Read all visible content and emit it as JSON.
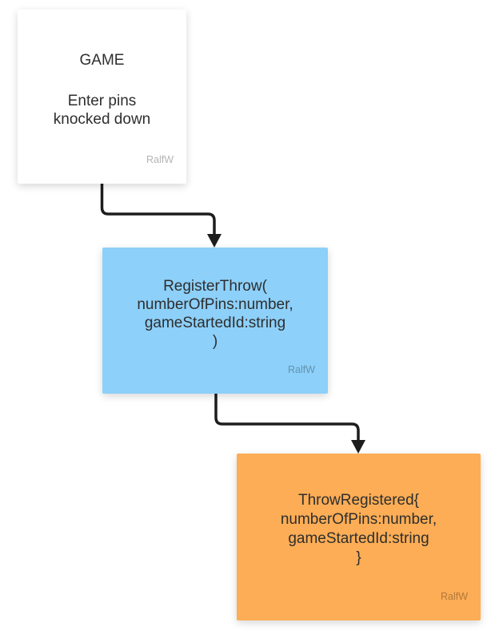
{
  "diagram": {
    "colors": {
      "bg": "#ffffff",
      "card_white": "#ffffff",
      "card_blue": "#8dd0f9",
      "card_orange": "#fcad55",
      "arrow": "#1d1d1d",
      "text": "#2e2e2e",
      "author": "rgba(0, 0, 0, 0.30)"
    },
    "nodes": [
      {
        "id": "game",
        "color": "#ffffff",
        "title": "GAME",
        "lines": [
          "Enter pins",
          "knocked down"
        ],
        "author": "RalfW"
      },
      {
        "id": "register-throw",
        "color": "#8dd0f9",
        "lines": [
          "RegisterThrow(",
          "numberOfPins:number,",
          "gameStartedId:string",
          ")"
        ],
        "author": "RalfW"
      },
      {
        "id": "throw-registered",
        "color": "#fcad55",
        "lines": [
          "ThrowRegistered{",
          "numberOfPins:number,",
          "gameStartedId:string",
          "}"
        ],
        "author": "RalfW"
      }
    ],
    "connections": [
      {
        "from": "game",
        "to": "register-throw"
      },
      {
        "from": "register-throw",
        "to": "throw-registered"
      }
    ]
  }
}
